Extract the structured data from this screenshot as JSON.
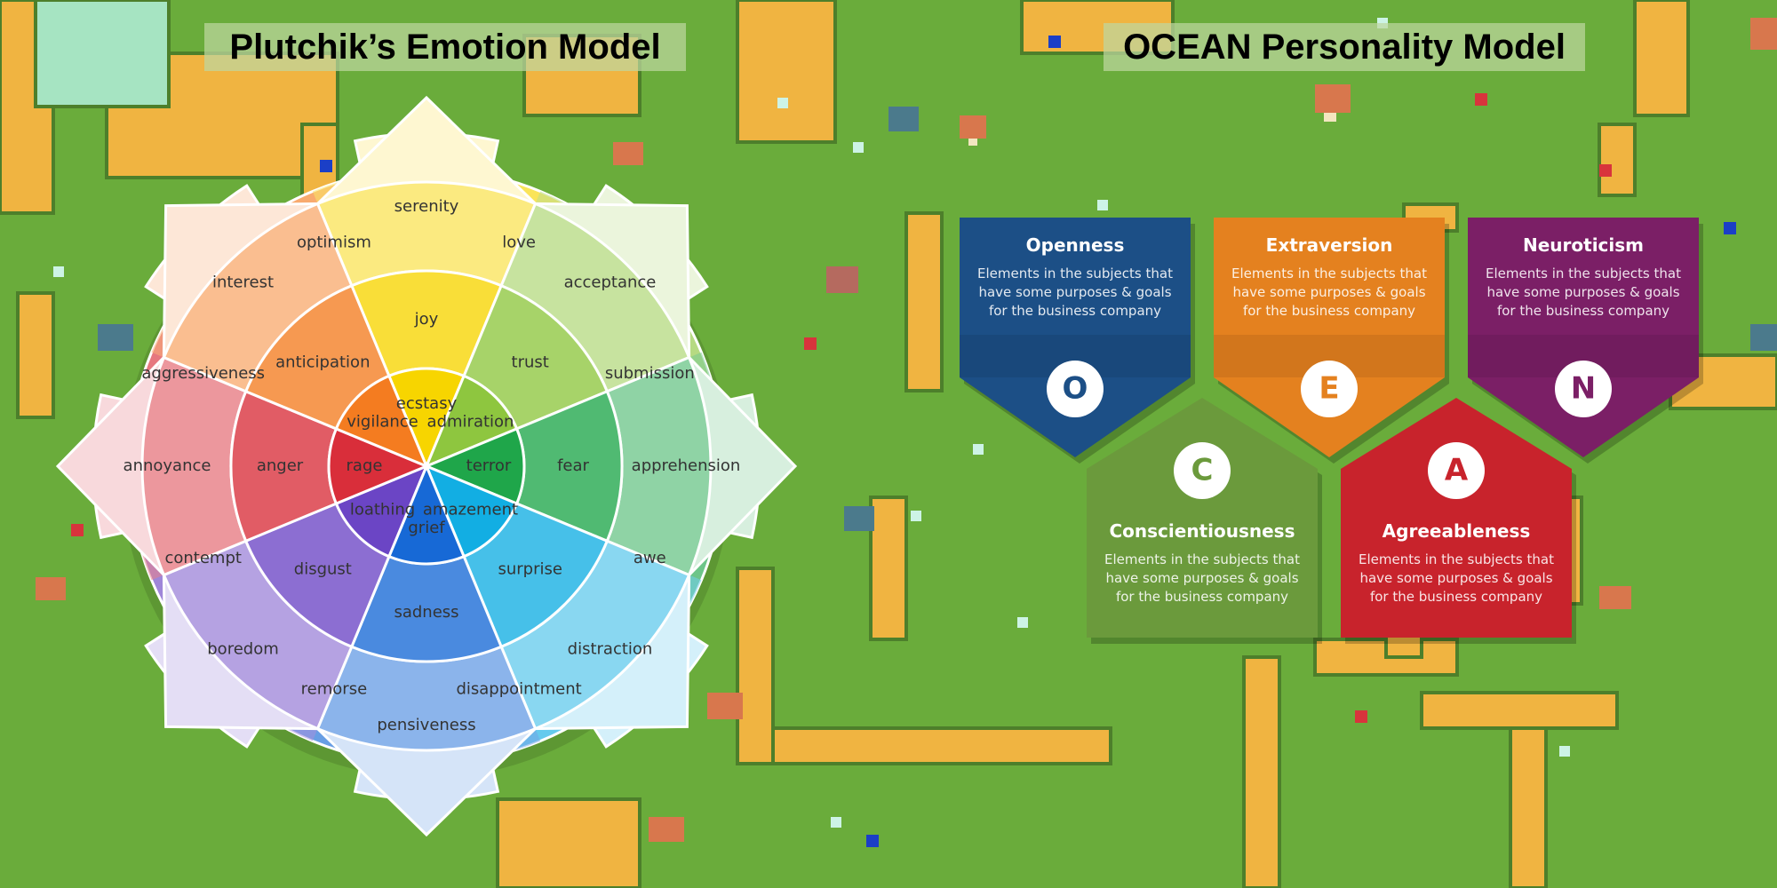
{
  "titles": {
    "left": "Plutchik’s Emotion Model",
    "right": "OCEAN Personality Model"
  },
  "wheel": {
    "sectors": [
      {
        "key": "joy",
        "hue": "#f7d500",
        "inner": "ecstasy",
        "middle": "joy",
        "outer": "serenity",
        "between": "love"
      },
      {
        "key": "trust",
        "hue": "#8ec63f",
        "inner": "admiration",
        "middle": "trust",
        "outer": "acceptance",
        "between": "submission"
      },
      {
        "key": "fear",
        "hue": "#1fa64a",
        "inner": "terror",
        "middle": "fear",
        "outer": "apprehension",
        "between": "awe"
      },
      {
        "key": "surprise",
        "hue": "#12aee3",
        "inner": "amazement",
        "middle": "surprise",
        "outer": "distraction",
        "between": "disappointment"
      },
      {
        "key": "sadness",
        "hue": "#1769d6",
        "inner": "grief",
        "middle": "sadness",
        "outer": "pensiveness",
        "between": "remorse"
      },
      {
        "key": "disgust",
        "hue": "#6b45c5",
        "inner": "loathing",
        "middle": "disgust",
        "outer": "boredom",
        "between": "contempt"
      },
      {
        "key": "anger",
        "hue": "#d92e3a",
        "inner": "rage",
        "middle": "anger",
        "outer": "annoyance",
        "between": "aggressiveness"
      },
      {
        "key": "anticipation",
        "hue": "#f47c20",
        "inner": "vigilance",
        "middle": "anticipation",
        "outer": "interest",
        "between": "optimism"
      }
    ]
  },
  "ocean": {
    "cards": [
      {
        "key": "openness",
        "title": "Openness",
        "letter": "O",
        "color": "#1c4f86",
        "desc": [
          "Elements in the subjects that",
          "have  some purposes & goals",
          "for the  business company"
        ]
      },
      {
        "key": "extraversion",
        "title": "Extraversion",
        "letter": "E",
        "color": "#e4811f",
        "desc": [
          "Elements in the subjects that",
          "have  some purposes & goals",
          "for the  business company"
        ]
      },
      {
        "key": "neuroticism",
        "title": "Neuroticism",
        "letter": "N",
        "color": "#7b1f66",
        "desc": [
          "Elements in the subjects that",
          "have  some purposes & goals",
          "for the  business company"
        ]
      },
      {
        "key": "conscientiousness",
        "title": "Conscientiousness",
        "letter": "C",
        "color": "#6b9a3c",
        "desc": [
          "Elements in the subjects that",
          "have  some purposes & goals",
          "for the  business company"
        ]
      },
      {
        "key": "agreeableness",
        "title": "Agreeableness",
        "letter": "A",
        "color": "#c8232c",
        "desc": [
          "Elements in the subjects that",
          "have  some purposes & goals",
          "for the  business company"
        ]
      }
    ]
  }
}
